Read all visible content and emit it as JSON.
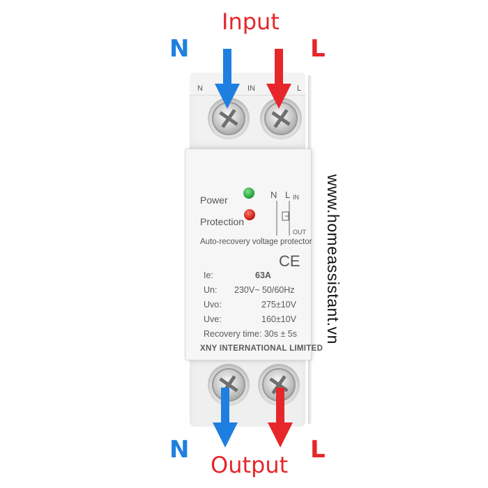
{
  "labels": {
    "input": "Input",
    "output": "Output",
    "n_top": "N",
    "l_top": "L",
    "n_bottom": "N",
    "l_bottom": "L"
  },
  "colors": {
    "neutral_arrow": "#1f7fe0",
    "line_arrow": "#e6262a",
    "title_red": "#e6262a",
    "n_blue": "#1f7fe0"
  },
  "device": {
    "top_terminals": {
      "n": "N",
      "in": "IN",
      "l": "L"
    },
    "indicators": {
      "power": "Power",
      "protection": "Protection"
    },
    "schematic": {
      "n": "N",
      "l": "L",
      "in": "IN",
      "out": "OUT"
    },
    "product_line": "Auto-recovery voltage protector",
    "ce_mark": "CE",
    "specs": [
      {
        "key": "Ie:",
        "value": "63A"
      },
      {
        "key": "Un:",
        "value": "230V~ 50/60Hz"
      },
      {
        "key": "Uvo:",
        "value": "275±10V"
      },
      {
        "key": "Uve:",
        "value": "160±10V"
      }
    ],
    "recovery": "Recovery time: 30s ± 5s",
    "manufacturer": "XNY INTERNATIONAL LIMITED"
  },
  "watermark": "www.homeassistant.vn"
}
